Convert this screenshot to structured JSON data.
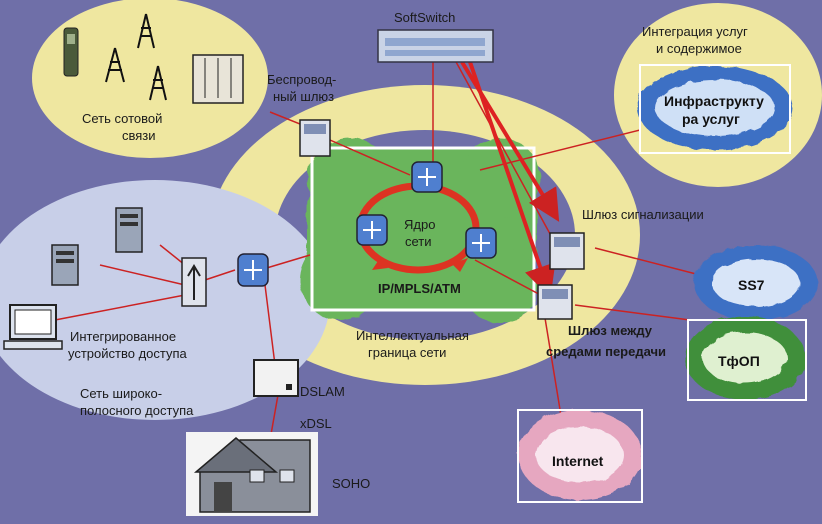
{
  "colors": {
    "background": "#6f6fa8",
    "ring_yellow": "#efe7a0",
    "left_region": "#c8cfe8",
    "link_red": "#cc2222",
    "core_cloud": "#66b25a",
    "cloud_blue": "#3d6fc4",
    "cloud_green": "#3f8f3a",
    "cloud_pink": "#e6a7c0"
  },
  "labels": {
    "softswitch": "SoftSwitch",
    "cellular_line1": "Сеть сотовой",
    "cellular_line2": "связи",
    "wireless_gw_line1": "Беспровод-",
    "wireless_gw_line2": "ный шлюз",
    "integration_line1": "Интеграция услуг",
    "integration_line2": "и содержимое",
    "infrastructure_line1": "Инфраструкту",
    "infrastructure_line2": "ра услуг",
    "core_line1": "Ядро",
    "core_line2": "сети",
    "core_protocol": "IP/MPLS/ATM",
    "signaling_gw": "Шлюз сигнализации",
    "ss7": "SS7",
    "media_gw_line1": "Шлюз между",
    "media_gw_line2": "средами передачи",
    "tfop": "ТфОП",
    "intelligent_edge_line1": "Интеллектуальная",
    "intelligent_edge_line2": "граница сети",
    "iad_line1": "Интегрированное",
    "iad_line2": "устройство доступа",
    "broadband_line1": "Сеть широко-",
    "broadband_line2": "полосного доступа",
    "dslam": "DSLAM",
    "xdsl": "xDSL",
    "soho": "SOHO",
    "internet": "Internet"
  },
  "icons": [
    "mobile-phone-icon",
    "radio-tower-icon",
    "mdf-rack-icon",
    "softswitch-icon",
    "gateway-icon",
    "router-icon",
    "server-icon",
    "computer-icon",
    "iad-icon",
    "dslam-icon",
    "house-icon"
  ]
}
